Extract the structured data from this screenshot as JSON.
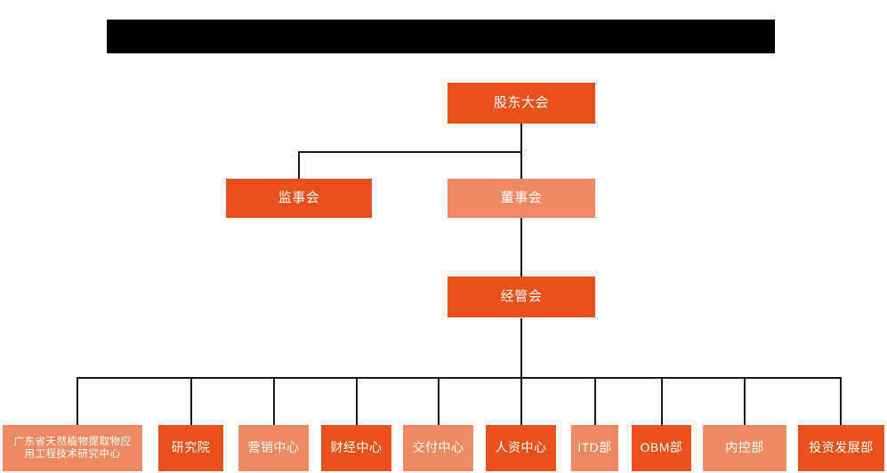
{
  "diagram": {
    "type": "org-chart",
    "title_bar": {
      "redacted": true,
      "label": ""
    },
    "colors": {
      "background": "#FFFFFF",
      "node_dark": "#E8511C",
      "node_light": "#EE8A62",
      "connector": "#1A1A1A",
      "node_text": "#FFFFFF",
      "redaction": "#000000"
    },
    "levels": {
      "level1": [
        {
          "id": "shareholders-meeting",
          "label": "股东大会",
          "shade": "dark"
        }
      ],
      "level2": [
        {
          "id": "board-of-supervisors",
          "label": "监事会",
          "shade": "dark"
        },
        {
          "id": "board-of-directors",
          "label": "董事会",
          "shade": "light"
        }
      ],
      "level3": [
        {
          "id": "management-committee",
          "label": "经管会",
          "shade": "dark"
        }
      ],
      "level4": [
        {
          "id": "guangdong-research-center",
          "label": "广东省天然植物提取物应\n用工程技术研究中心",
          "shade": "light"
        },
        {
          "id": "research-institute",
          "label": "研究院",
          "shade": "dark"
        },
        {
          "id": "marketing-center",
          "label": "营销中心",
          "shade": "light"
        },
        {
          "id": "finance-center",
          "label": "财经中心",
          "shade": "dark"
        },
        {
          "id": "delivery-center",
          "label": "交付中心",
          "shade": "light"
        },
        {
          "id": "hr-center",
          "label": "人资中心",
          "shade": "dark"
        },
        {
          "id": "itd-department",
          "label": "ITD部",
          "shade": "light"
        },
        {
          "id": "obm-department",
          "label": "OBM部",
          "shade": "dark"
        },
        {
          "id": "internal-control-department",
          "label": "内控部",
          "shade": "light"
        },
        {
          "id": "investment-development-department",
          "label": "投资发展部",
          "shade": "dark"
        }
      ]
    }
  }
}
